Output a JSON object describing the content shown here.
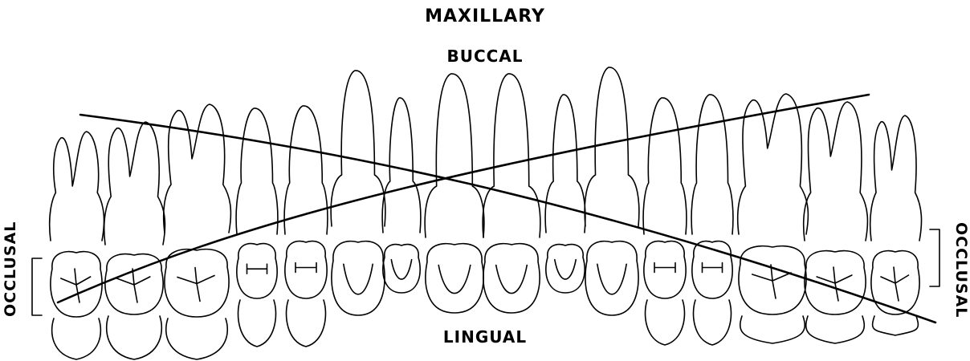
{
  "title": "MAXILLARY",
  "top_label": "BUCCAL",
  "bottom_label": "LINGUAL",
  "left_side_label": "OCCLUSAL",
  "right_side_label": "OCCLUSAL",
  "colors": {
    "ink": "#000000",
    "background": "#ffffff"
  },
  "teeth": [
    {
      "name": "left-third-molar",
      "type": "molar"
    },
    {
      "name": "left-second-molar",
      "type": "molar"
    },
    {
      "name": "left-first-molar",
      "type": "molar"
    },
    {
      "name": "left-second-premolar",
      "type": "premolar"
    },
    {
      "name": "left-first-premolar",
      "type": "premolar"
    },
    {
      "name": "left-canine",
      "type": "canine"
    },
    {
      "name": "left-lateral-incisor",
      "type": "incisor"
    },
    {
      "name": "left-central-incisor",
      "type": "incisor"
    },
    {
      "name": "right-central-incisor",
      "type": "incisor"
    },
    {
      "name": "right-lateral-incisor",
      "type": "incisor"
    },
    {
      "name": "right-canine",
      "type": "canine"
    },
    {
      "name": "right-first-premolar",
      "type": "premolar"
    },
    {
      "name": "right-second-premolar",
      "type": "premolar"
    },
    {
      "name": "right-first-molar",
      "type": "molar"
    },
    {
      "name": "right-second-molar",
      "type": "molar"
    },
    {
      "name": "right-third-molar",
      "type": "molar"
    }
  ]
}
